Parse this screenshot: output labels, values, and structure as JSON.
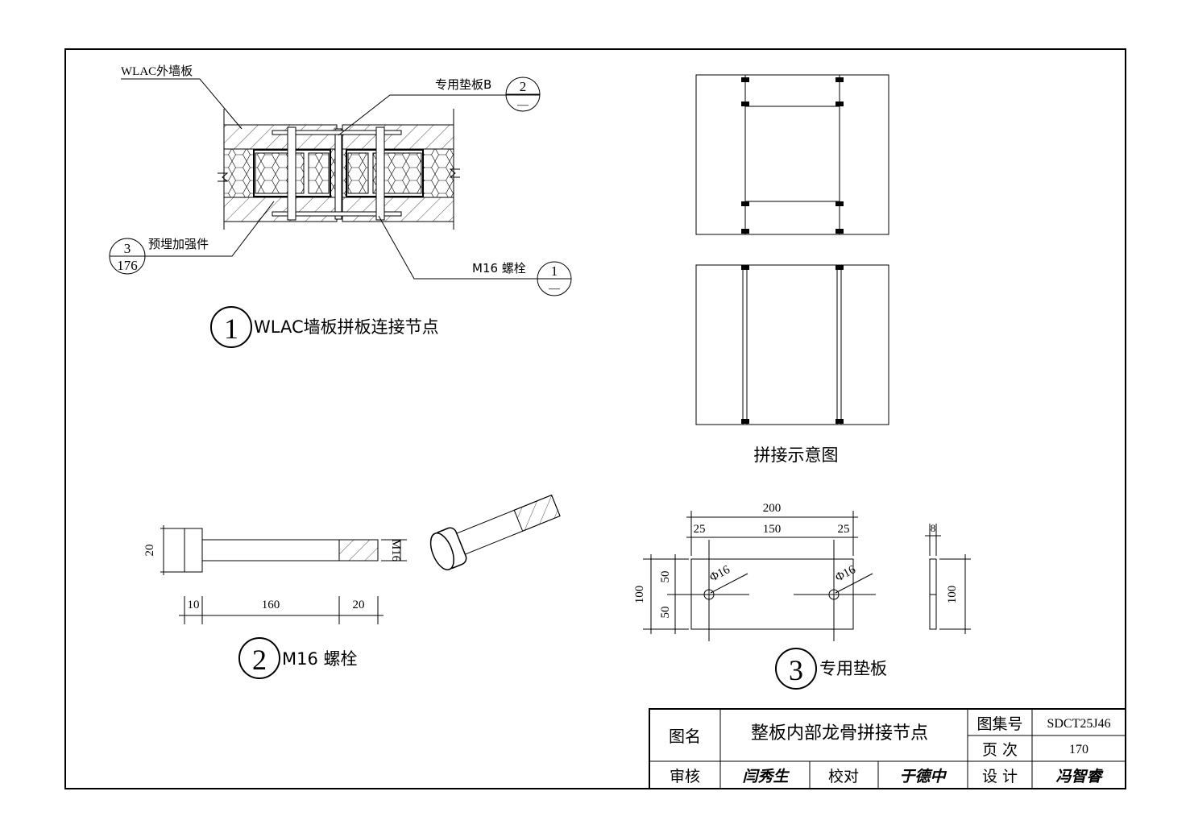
{
  "detail1": {
    "number": "1",
    "title": "WLAC墙板拼板连接节点",
    "label_wall": "WLAC外墙板",
    "label_pad": "专用垫板B",
    "label_pad_ref_top": "2",
    "label_pad_ref_bottom": "—",
    "label_embed": "预埋加强件",
    "label_embed_ref_top": "3",
    "label_embed_ref_bottom": "176",
    "label_bolt": "M16 螺栓",
    "label_bolt_ref_top": "1",
    "label_bolt_ref_bottom": "—"
  },
  "schematic": {
    "title": "拼接示意图"
  },
  "detail2": {
    "number": "2",
    "title": "M16 螺栓",
    "dim_head_height": "20",
    "dim_thread": "M16",
    "dim_head": "10",
    "dim_shank": "160",
    "dim_thread_len": "20"
  },
  "detail3": {
    "number": "3",
    "title": "专用垫板",
    "dim_total": "200",
    "dim_edge_left": "25",
    "dim_center": "150",
    "dim_edge_right": "25",
    "dim_height": "100",
    "dim_half_top": "50",
    "dim_half_bottom": "50",
    "hole_left": "Φ16",
    "hole_right": "Φ16",
    "dim_thickness": "8",
    "dim_side_height": "100"
  },
  "title_block": {
    "name_label": "图名",
    "drawing_name": "整板内部龙骨拼接节点",
    "atlas_label": "图集号",
    "atlas_no": "SDCT25J46",
    "page_label": "页 次",
    "page_no": "170",
    "review_label": "审核",
    "review_sign": "闫秀生",
    "check_label": "校对",
    "check_sign": "于德中",
    "design_label": "设 计",
    "design_sign": "冯智睿"
  }
}
